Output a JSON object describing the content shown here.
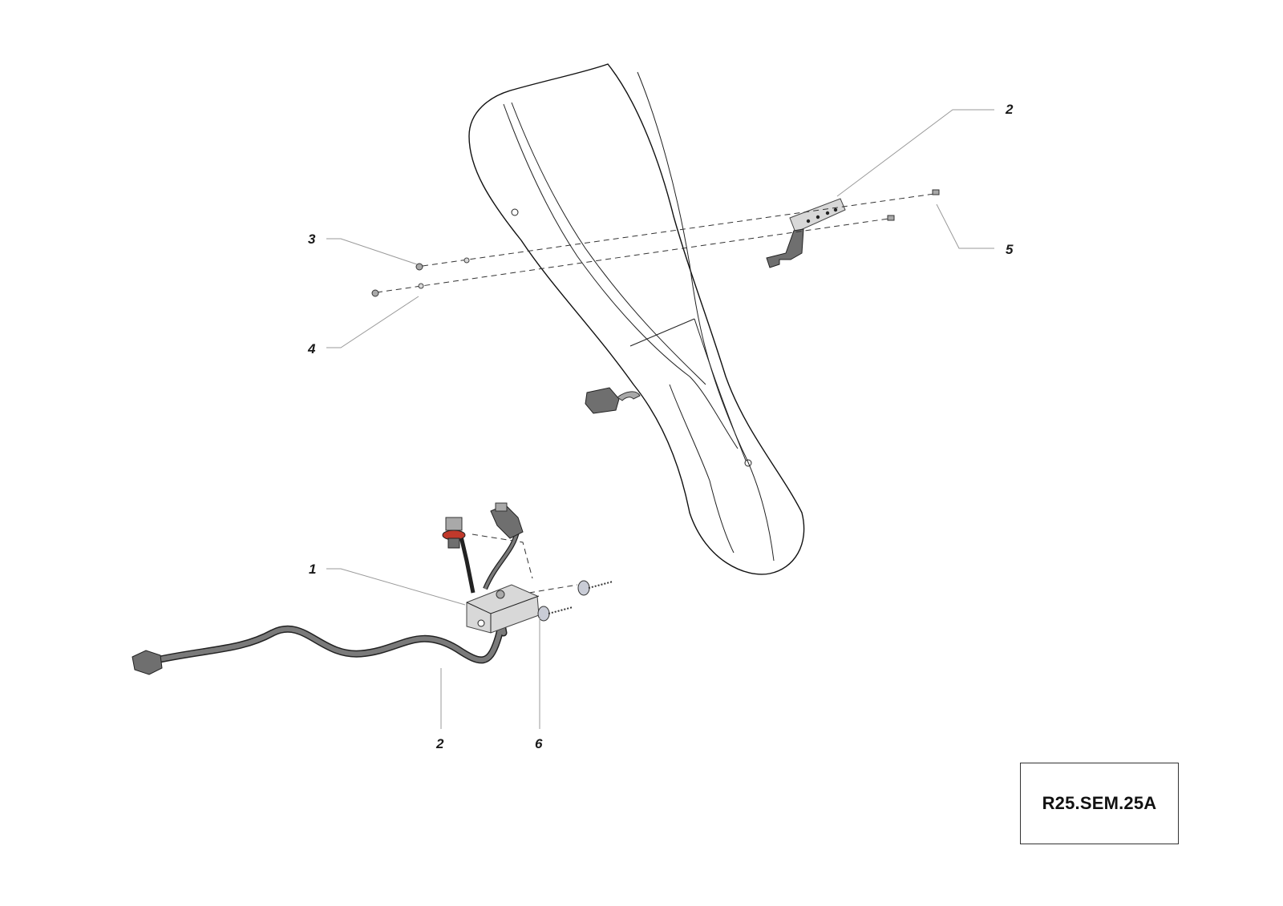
{
  "callouts": [
    {
      "id": "c2-top",
      "label": "2"
    },
    {
      "id": "c5",
      "label": "5"
    },
    {
      "id": "c3",
      "label": "3"
    },
    {
      "id": "c4",
      "label": "4"
    },
    {
      "id": "c1",
      "label": "1"
    },
    {
      "id": "c2-bottom",
      "label": "2"
    },
    {
      "id": "c6",
      "label": "6"
    }
  ],
  "drawing_code": "R25.SEM.25A",
  "colors": {
    "line": "#111111",
    "leader": "#9a9a9a",
    "harness": "#6f6f6f",
    "seal_red": "#c0392b",
    "screw": "#c9ccd6"
  }
}
